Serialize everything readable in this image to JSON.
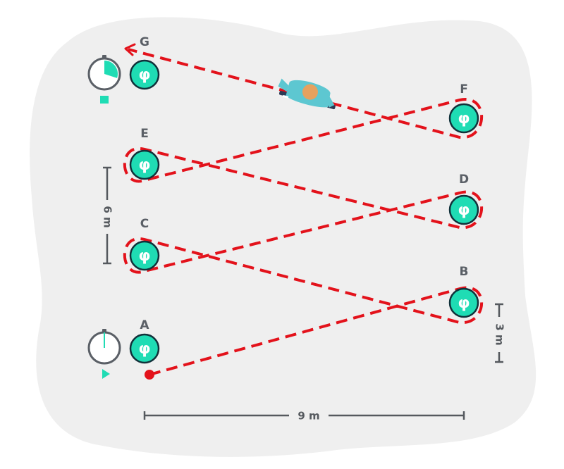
{
  "colors": {
    "blob": "#efefef",
    "cone_fill": "#1fdcb4",
    "cone_stroke": "#11313a",
    "path": "#e3121b",
    "label": "#5a5f66",
    "dimension": "#55595e",
    "timer_outline": "#5a5f66",
    "timer_fill": "#1fdcb4",
    "start_dot": "#e3121b",
    "person_shirt": "#5dc7d1",
    "person_hair": "#e6a15e"
  },
  "markers": [
    {
      "id": "A",
      "label": "A",
      "symbol": "φ"
    },
    {
      "id": "B",
      "label": "B",
      "symbol": "φ"
    },
    {
      "id": "C",
      "label": "C",
      "symbol": "φ"
    },
    {
      "id": "D",
      "label": "D",
      "symbol": "φ"
    },
    {
      "id": "E",
      "label": "E",
      "symbol": "φ"
    },
    {
      "id": "F",
      "label": "F",
      "symbol": "φ"
    },
    {
      "id": "G",
      "label": "G",
      "symbol": "φ"
    }
  ],
  "route": [
    "A",
    "B",
    "C",
    "D",
    "E",
    "F",
    "G"
  ],
  "dimensions": {
    "horizontal": "9 m",
    "vertical_large": "6 m",
    "vertical_small": "3 m"
  },
  "timers": {
    "start": {
      "icon": "play-icon",
      "elapsed_fraction": 0.0
    },
    "end": {
      "icon": "stop-icon",
      "elapsed_fraction": 0.3
    }
  }
}
